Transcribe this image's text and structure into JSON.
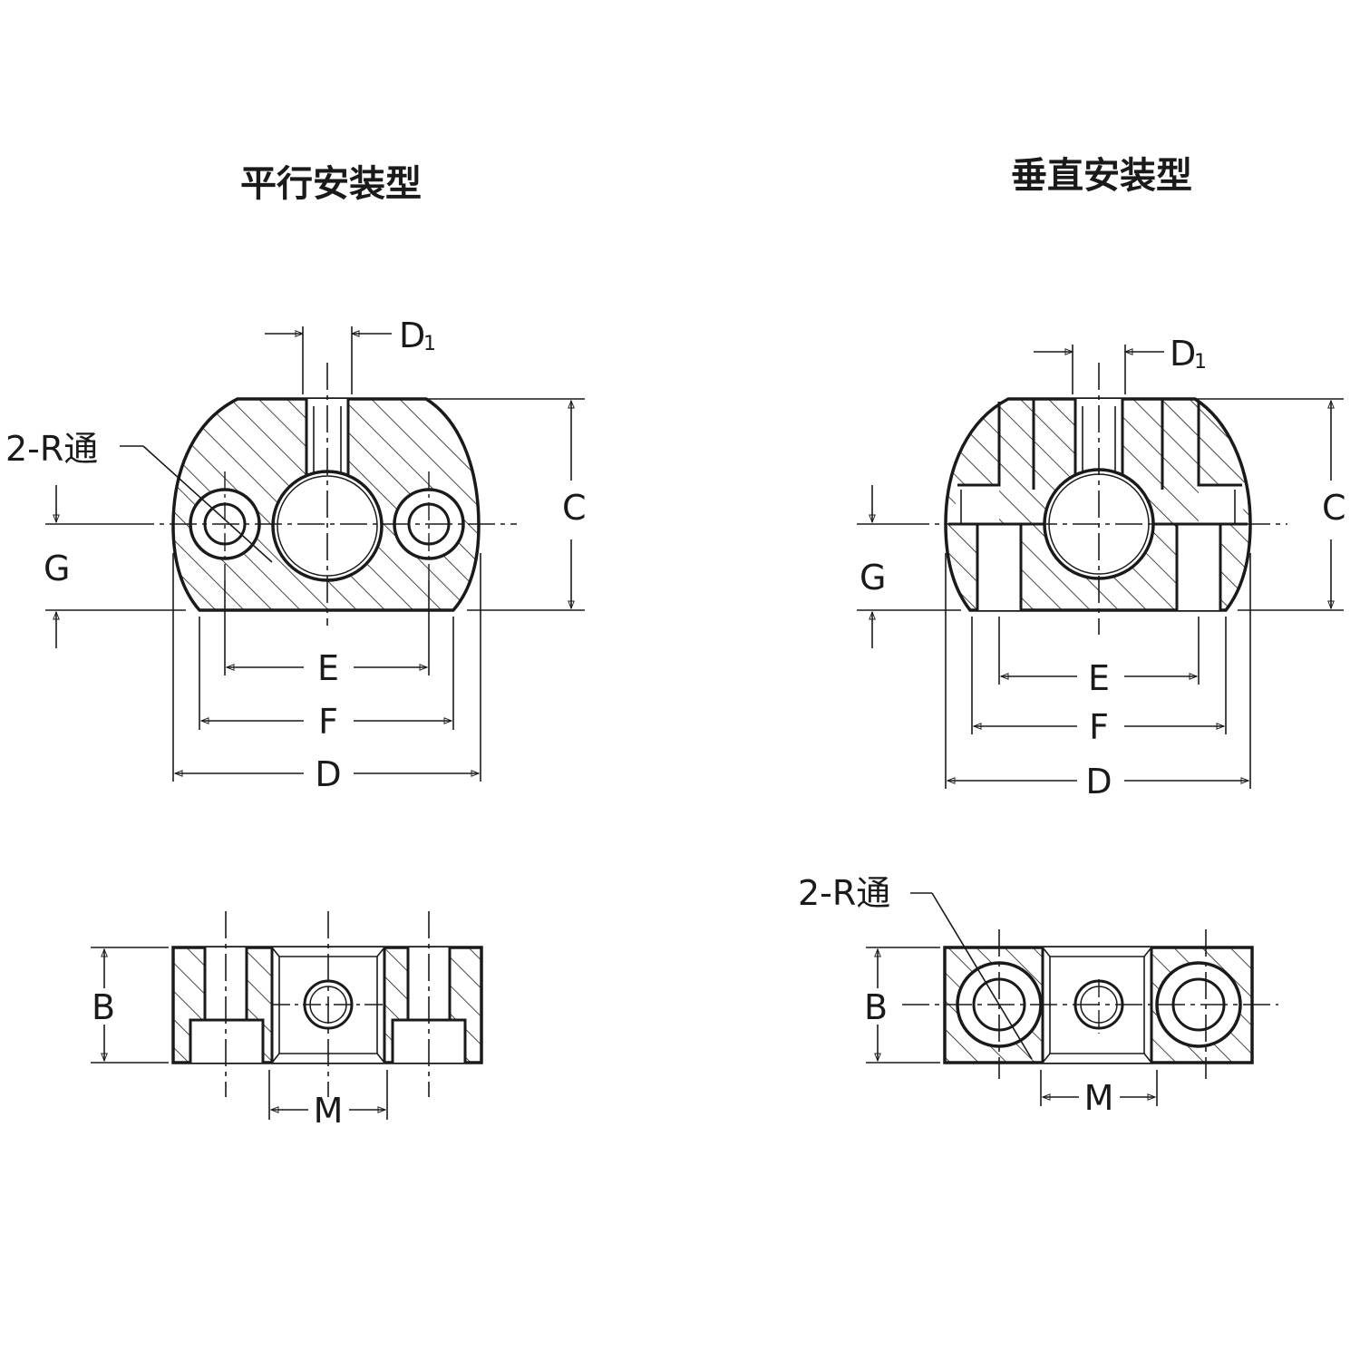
{
  "titles": {
    "parallel": "平行安装型",
    "vertical": "垂直安装型"
  },
  "labels": {
    "d1": "D",
    "d1_sub": "1",
    "hole_note": "2-R通",
    "c": "C",
    "g": "G",
    "e": "E",
    "f": "F",
    "d": "D",
    "b": "B",
    "m": "M"
  },
  "colors": {
    "line": "#1a1a1a",
    "background": "#ffffff"
  }
}
